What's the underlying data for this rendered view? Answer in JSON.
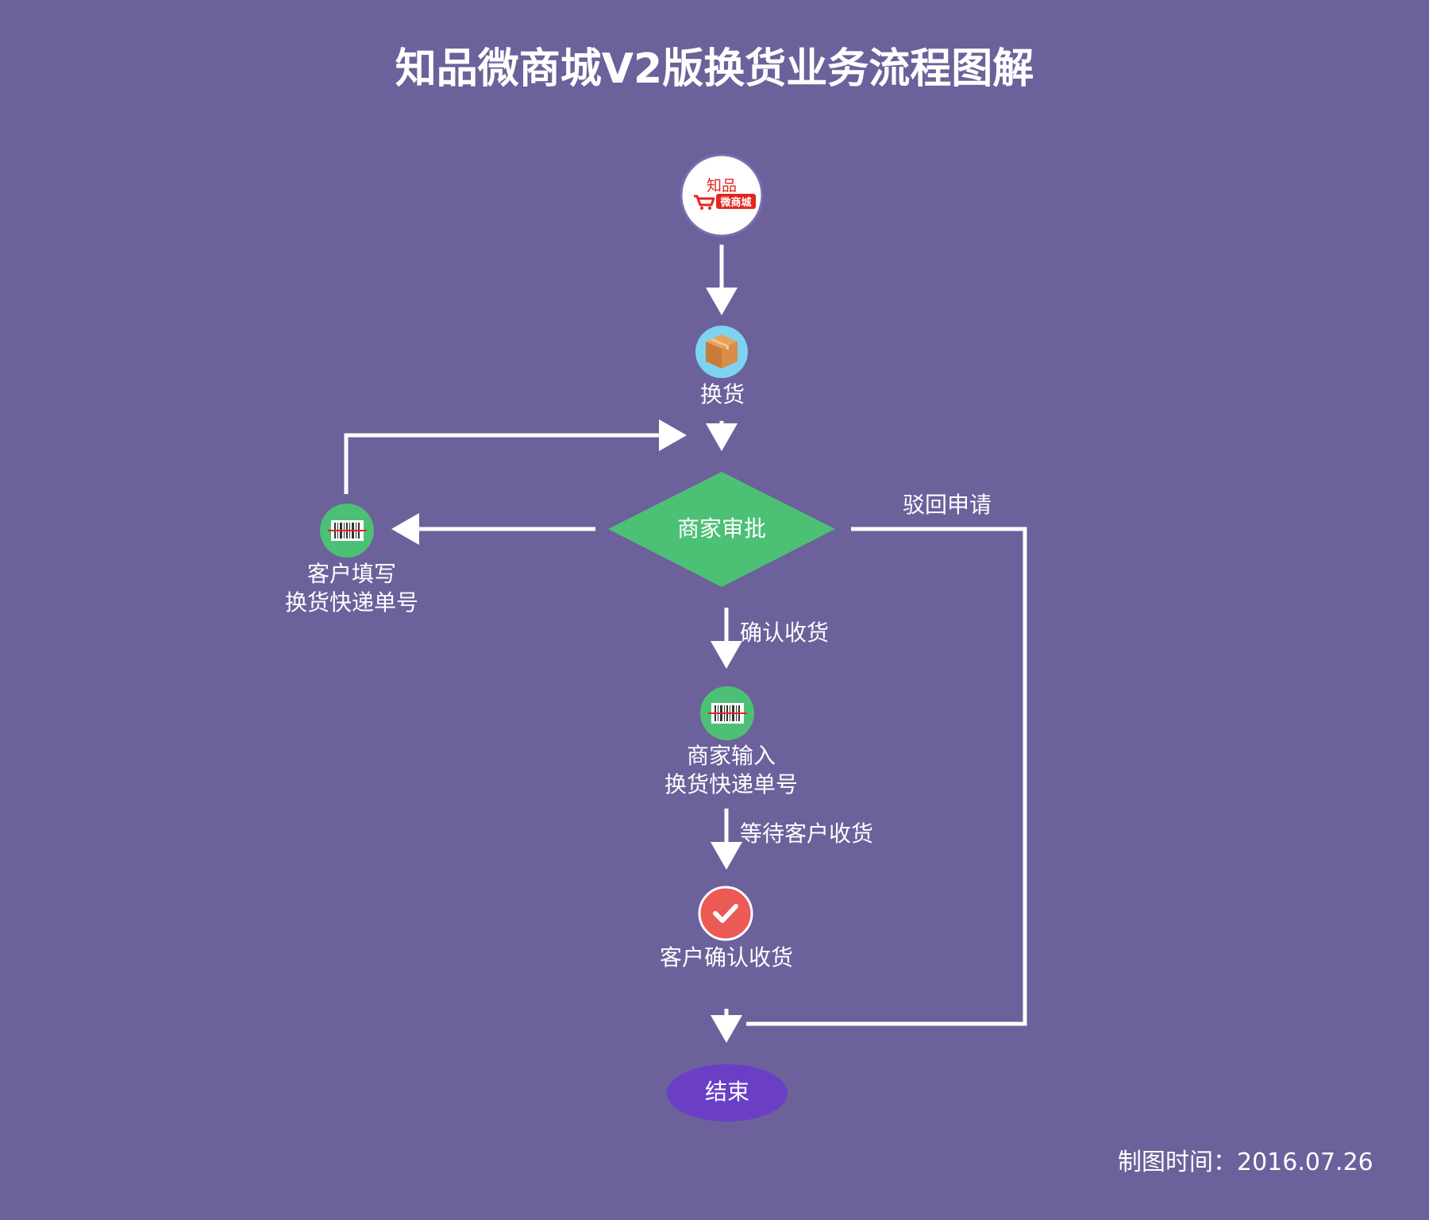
{
  "title": "知品微商城V2版换货业务流程图解",
  "logo": {
    "line1": "知品",
    "line2": "微商城"
  },
  "nodes": {
    "exchange": {
      "label": "换货"
    },
    "merchant_approval": {
      "label": "商家审批"
    },
    "customer_fill": {
      "line1": "客户填写",
      "line2": "换货快递单号"
    },
    "merchant_input": {
      "line1": "商家输入",
      "line2": "换货快递单号"
    },
    "customer_confirm": {
      "label": "客户确认收货"
    },
    "end": {
      "label": "结束"
    }
  },
  "edges": {
    "reject": "驳回申请",
    "confirm_receipt": "确认收货",
    "await_customer": "等待客户收货"
  },
  "footer": "制图时间：2016.07.26",
  "colors": {
    "background": "#6c619b",
    "diamond": "#4cc075",
    "barcode_circle": "#4cc075",
    "box_circle": "#7ed3f1",
    "check_circle": "#ec5a55",
    "end_ellipse": "#6a3fc6",
    "logo_red": "#e3261f"
  },
  "icons": [
    "logo-icon",
    "package-box-icon",
    "barcode-icon",
    "checkmark-icon",
    "arrow-icon"
  ]
}
